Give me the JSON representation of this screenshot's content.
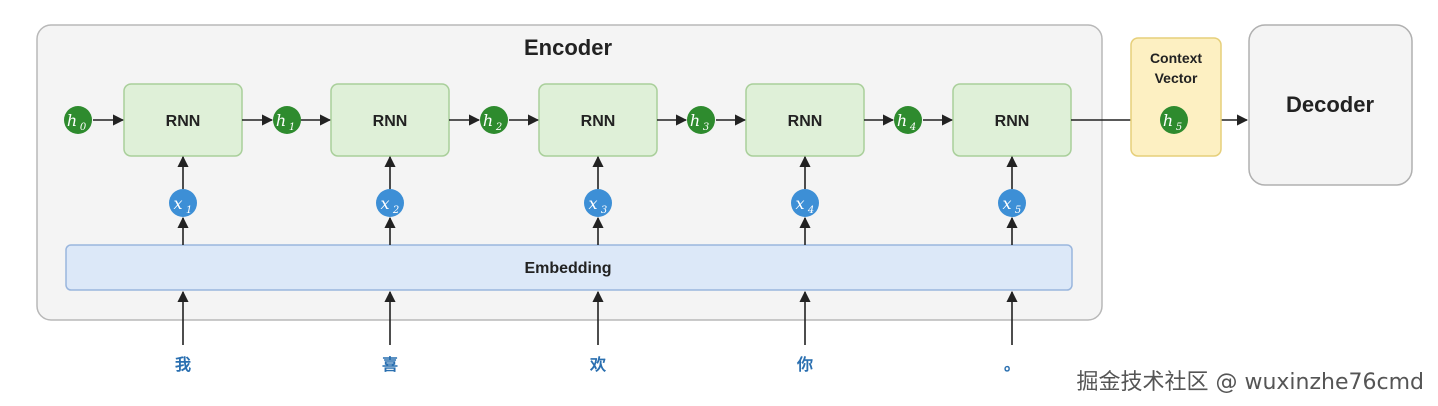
{
  "encoder": {
    "title": "Encoder"
  },
  "rnn": {
    "label": "RNN"
  },
  "embedding": {
    "label": "Embedding"
  },
  "context_vector": {
    "line1": "Context",
    "line2": "Vector",
    "state": "h",
    "state_sub": "5"
  },
  "decoder": {
    "title": "Decoder"
  },
  "hidden_states": [
    {
      "base": "h",
      "sub": "0"
    },
    {
      "base": "h",
      "sub": "1"
    },
    {
      "base": "h",
      "sub": "2"
    },
    {
      "base": "h",
      "sub": "3"
    },
    {
      "base": "h",
      "sub": "4"
    }
  ],
  "inputs": [
    {
      "base": "x",
      "sub": "1"
    },
    {
      "base": "x",
      "sub": "2"
    },
    {
      "base": "x",
      "sub": "3"
    },
    {
      "base": "x",
      "sub": "4"
    },
    {
      "base": "x",
      "sub": "5"
    }
  ],
  "tokens": [
    "我",
    "喜",
    "欢",
    "你",
    "。"
  ],
  "watermark": "掘金技术社区 @ wuxinzhe76cmd",
  "colors": {
    "encoder_fill": "#f4f4f4",
    "encoder_stroke": "#b8b8b8",
    "rnn_fill": "#dff0d8",
    "rnn_stroke": "#a9cf9a",
    "embedding_fill": "#dce8f8",
    "embedding_stroke": "#9ab6dd",
    "hidden_node": "#2e8b2e",
    "input_node": "#3d8fd6",
    "context_fill": "#fdf0c2",
    "context_stroke": "#e6cf7a",
    "decoder_fill": "#f4f4f4",
    "decoder_stroke": "#b0b0b0"
  }
}
